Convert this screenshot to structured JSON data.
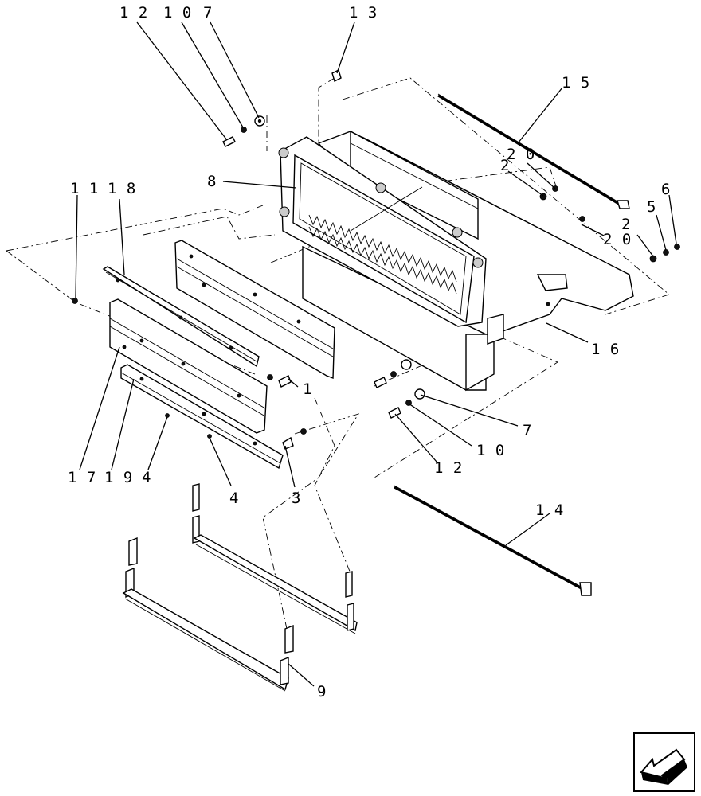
{
  "callouts": {
    "c12a": "1 2",
    "c10a": "1 0",
    "c7a": "7",
    "c13": "1 3",
    "c15": "1 5",
    "c2a": "2",
    "c20a": "2 0",
    "c8": "8",
    "c11": "1 1",
    "c18": "1 8",
    "c6": "6",
    "c5": "5",
    "c2b": "2",
    "c20b": "2 0",
    "c16": "1 6",
    "c1": "1",
    "c7b": "7",
    "c10b": "1 0",
    "c12b": "1 2",
    "c17": "1 7",
    "c19": "1 9",
    "c4a": "4",
    "c4b": "4",
    "c3": "3",
    "c14": "1 4",
    "c9": "9"
  },
  "nav": {
    "icon": "previous-page-arrow-icon"
  }
}
